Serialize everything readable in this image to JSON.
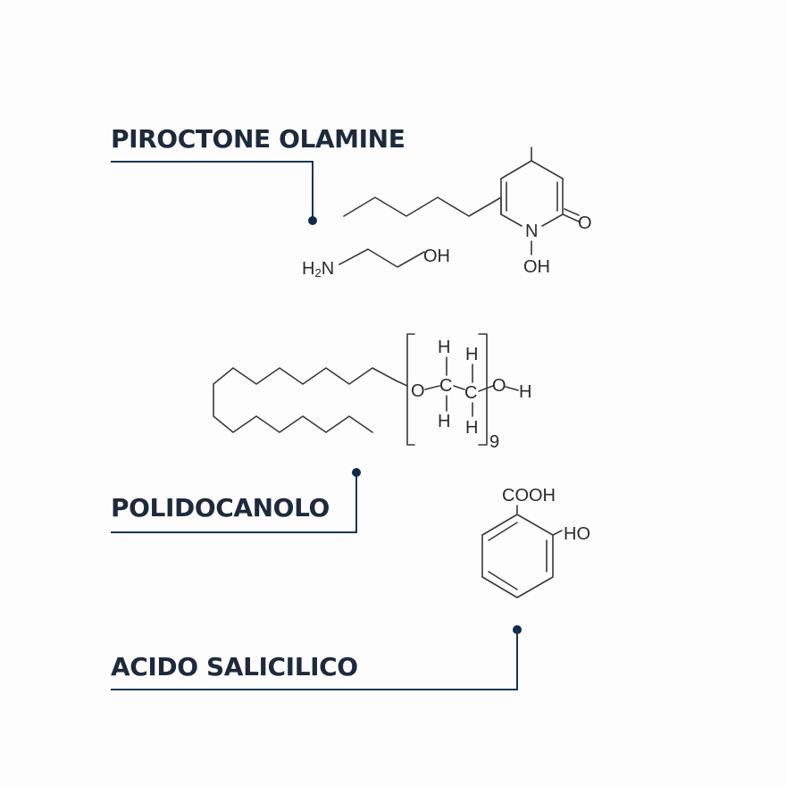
{
  "labels": {
    "piroctone": "PIROCTONE OLAMINE",
    "polidocanolo": "POLIDOCANOLO",
    "salicilico": "ACIDO SALICILICO"
  },
  "atoms": {
    "piroctone": {
      "o_carbonyl": "O",
      "n": "N",
      "n_oh": "OH",
      "amine_h2n": "H",
      "amine_2": "2",
      "amine_n": "N",
      "amine_oh": "OH"
    },
    "polidocanol": {
      "o_ether": "O",
      "c1": "C",
      "c2": "C",
      "o_term": "O",
      "h_term": "H",
      "h1_top": "H",
      "h1_bottom": "H",
      "h2_top": "H",
      "h2_bottom": "H",
      "repeat_n": "9"
    },
    "salicylic": {
      "cooh": "COOH",
      "ho": "HO"
    }
  },
  "colors": {
    "label_text": "#1e2a3c",
    "leader_line": "#1b3557",
    "structure": "#3a3a3a",
    "background": "#fdfdfd"
  }
}
